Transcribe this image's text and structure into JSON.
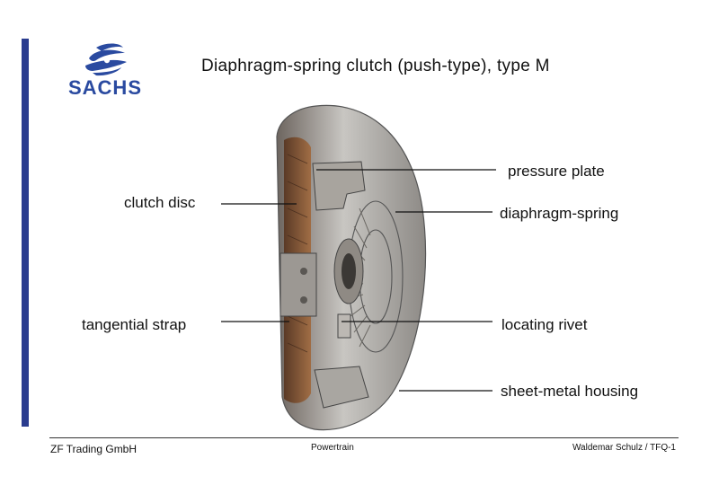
{
  "header": {
    "brand": "SACHS",
    "title": "Diaphragm-spring clutch (push-type), type M"
  },
  "labels": {
    "pressure_plate": "pressure plate",
    "clutch_disc": "clutch disc",
    "diaphragm_spring": "diaphragm-spring",
    "tangential_strap": "tangential strap",
    "locating_rivet": "locating rivet",
    "sheet_metal_housing": "sheet-metal housing"
  },
  "footer": {
    "company": "ZF Trading GmbH",
    "section": "Powertrain",
    "author": "Waldemar Schulz / TFQ-1"
  },
  "colors": {
    "accent_bar": "#2a3c8f",
    "logo_blue": "#2a4aa0"
  }
}
